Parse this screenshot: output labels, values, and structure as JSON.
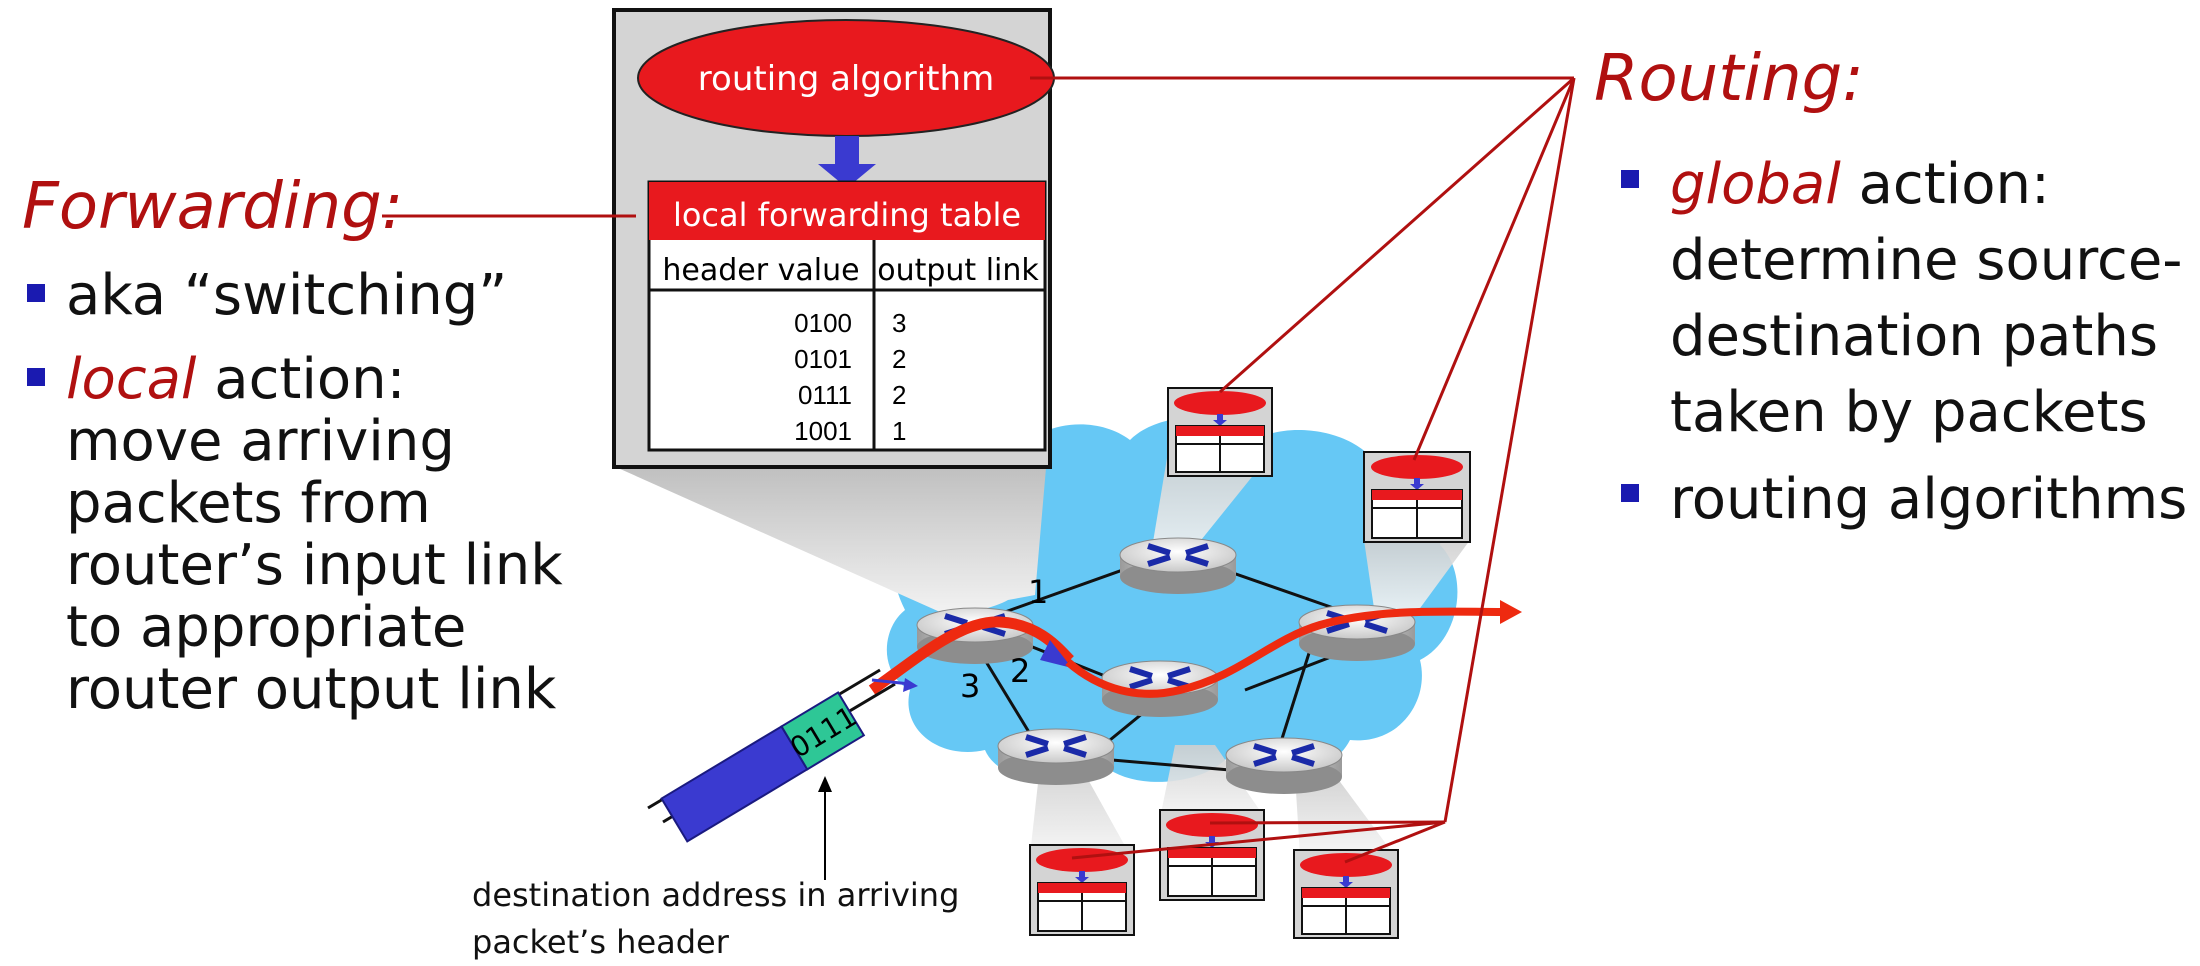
{
  "forwarding": {
    "heading": "Forwarding:",
    "bullet1": "aka “switching”",
    "bullet2_emph": "local",
    "bullet2_rest": " action:",
    "bullet2_lines": [
      "move arriving",
      "packets from",
      "router’s input link",
      "to appropriate",
      "router output link"
    ]
  },
  "routing": {
    "heading": "Routing:",
    "bullet1_emph": "global",
    "bullet1_rest": " action:",
    "bullet1_lines": [
      "determine source-",
      "destination paths",
      "taken by packets"
    ],
    "bullet2": "routing algorithms"
  },
  "router_box": {
    "algorithm_label": "routing algorithm",
    "table_title": "local forwarding table",
    "col_header_value": "header value",
    "col_header_link": "output link",
    "rows": [
      {
        "value": "0100",
        "link": "3"
      },
      {
        "value": "0101",
        "link": "2"
      },
      {
        "value": "0111",
        "link": "2"
      },
      {
        "value": "1001",
        "link": "1"
      }
    ]
  },
  "network": {
    "link_labels": [
      "1",
      "2",
      "3"
    ],
    "packet_header": "0111"
  },
  "caption": {
    "line1": "destination address in arriving",
    "line2": "packet’s header"
  },
  "colors": {
    "accent_red": "#b01010",
    "algorithm_red": "#e8191e",
    "cloud_blue": "#66c8f5",
    "arrow_blue": "#3a3ad0",
    "packet_green": "#2ec796",
    "path_red": "#ee2a10"
  }
}
